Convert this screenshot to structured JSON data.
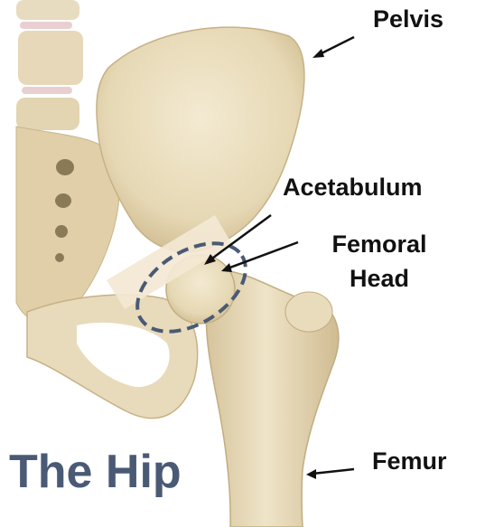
{
  "labels": {
    "pelvis": "Pelvis",
    "acetabulum": "Acetabulum",
    "femoral_line1": "Femoral",
    "femoral_line2": "Head",
    "femur": "Femur"
  },
  "title": "The Hip",
  "colors": {
    "bone": "#ece2c6",
    "bone_shade": "#d8c8a2",
    "outline_dashed": "#4a5a75",
    "title": "#4a5a75",
    "label": "#111111",
    "highlight_band": "#f3e8d4"
  }
}
